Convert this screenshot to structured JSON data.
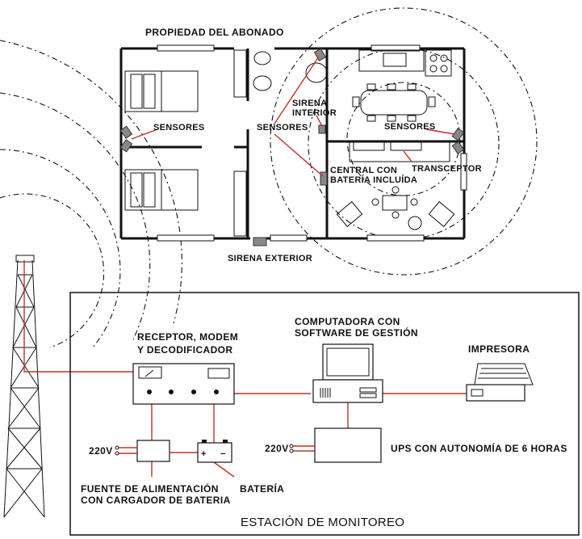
{
  "house": {
    "title": "PROPIEDAD DEL ABONADO",
    "labels": {
      "sensores_left": "SENSORES",
      "sensores_center": "SENSORES",
      "sensores_right": "SENSORES",
      "sirena_interior_1": "SIRENA",
      "sirena_interior_2": "INTERIOR",
      "central_1": "CENTRAL CON",
      "central_2": "BATERÍA INCLUÍDA",
      "transceptor": "TRANSCEPTOR",
      "sirena_exterior": "SIRENA EXTERIOR"
    }
  },
  "station": {
    "title": "ESTACIÓN DE MONITOREO",
    "receiver_1": "RECEPTOR, MODEM",
    "receiver_2": "Y DECODIFICADOR",
    "computer_1": "COMPUTADORA CON",
    "computer_2": "SOFTWARE DE GESTIÓN",
    "printer": "IMPRESORA",
    "ups": "UPS CON AUTONOMÍA DE 6 HORAS",
    "voltage_left": "220V",
    "voltage_ups": "220V",
    "power_supply_1": "FUENTE DE ALIMENTACIÓN",
    "power_supply_2": "CON CARGADOR DE BATERIA",
    "battery": "BATERÍA",
    "battery_plus": "+",
    "battery_minus": "−"
  },
  "colors": {
    "link": "#c0302a",
    "ink": "#111111"
  }
}
